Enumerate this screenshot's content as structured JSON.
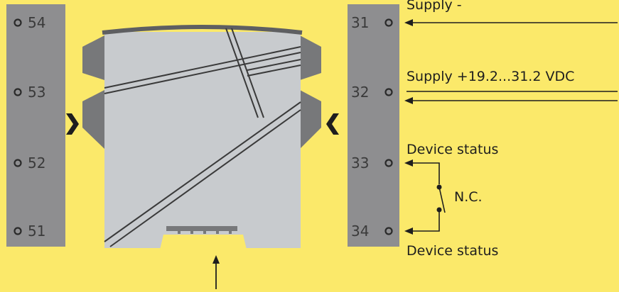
{
  "left_terminals": [
    {
      "number": "54"
    },
    {
      "number": "53"
    },
    {
      "number": "52"
    },
    {
      "number": "51"
    }
  ],
  "right_terminals": [
    {
      "number": "31"
    },
    {
      "number": "32"
    },
    {
      "number": "33"
    },
    {
      "number": "34"
    }
  ],
  "labels": {
    "supply_minus": "Supply -",
    "supply_plus": "Supply +19.2...31.2 VDC",
    "device_status_top": "Device status",
    "nc": "N.C.",
    "device_status_bottom": "Device status"
  },
  "colors": {
    "background": "#FBE96A",
    "terminal_strip": "#8E8E90",
    "device_body": "#C8CBCE",
    "device_side": "#77787A",
    "device_top": "#6A6B6D",
    "lines": "#1e1e1e"
  },
  "icons": {
    "left_arrow_marker": "chevron-right-icon",
    "right_arrow_marker": "chevron-left-icon"
  }
}
